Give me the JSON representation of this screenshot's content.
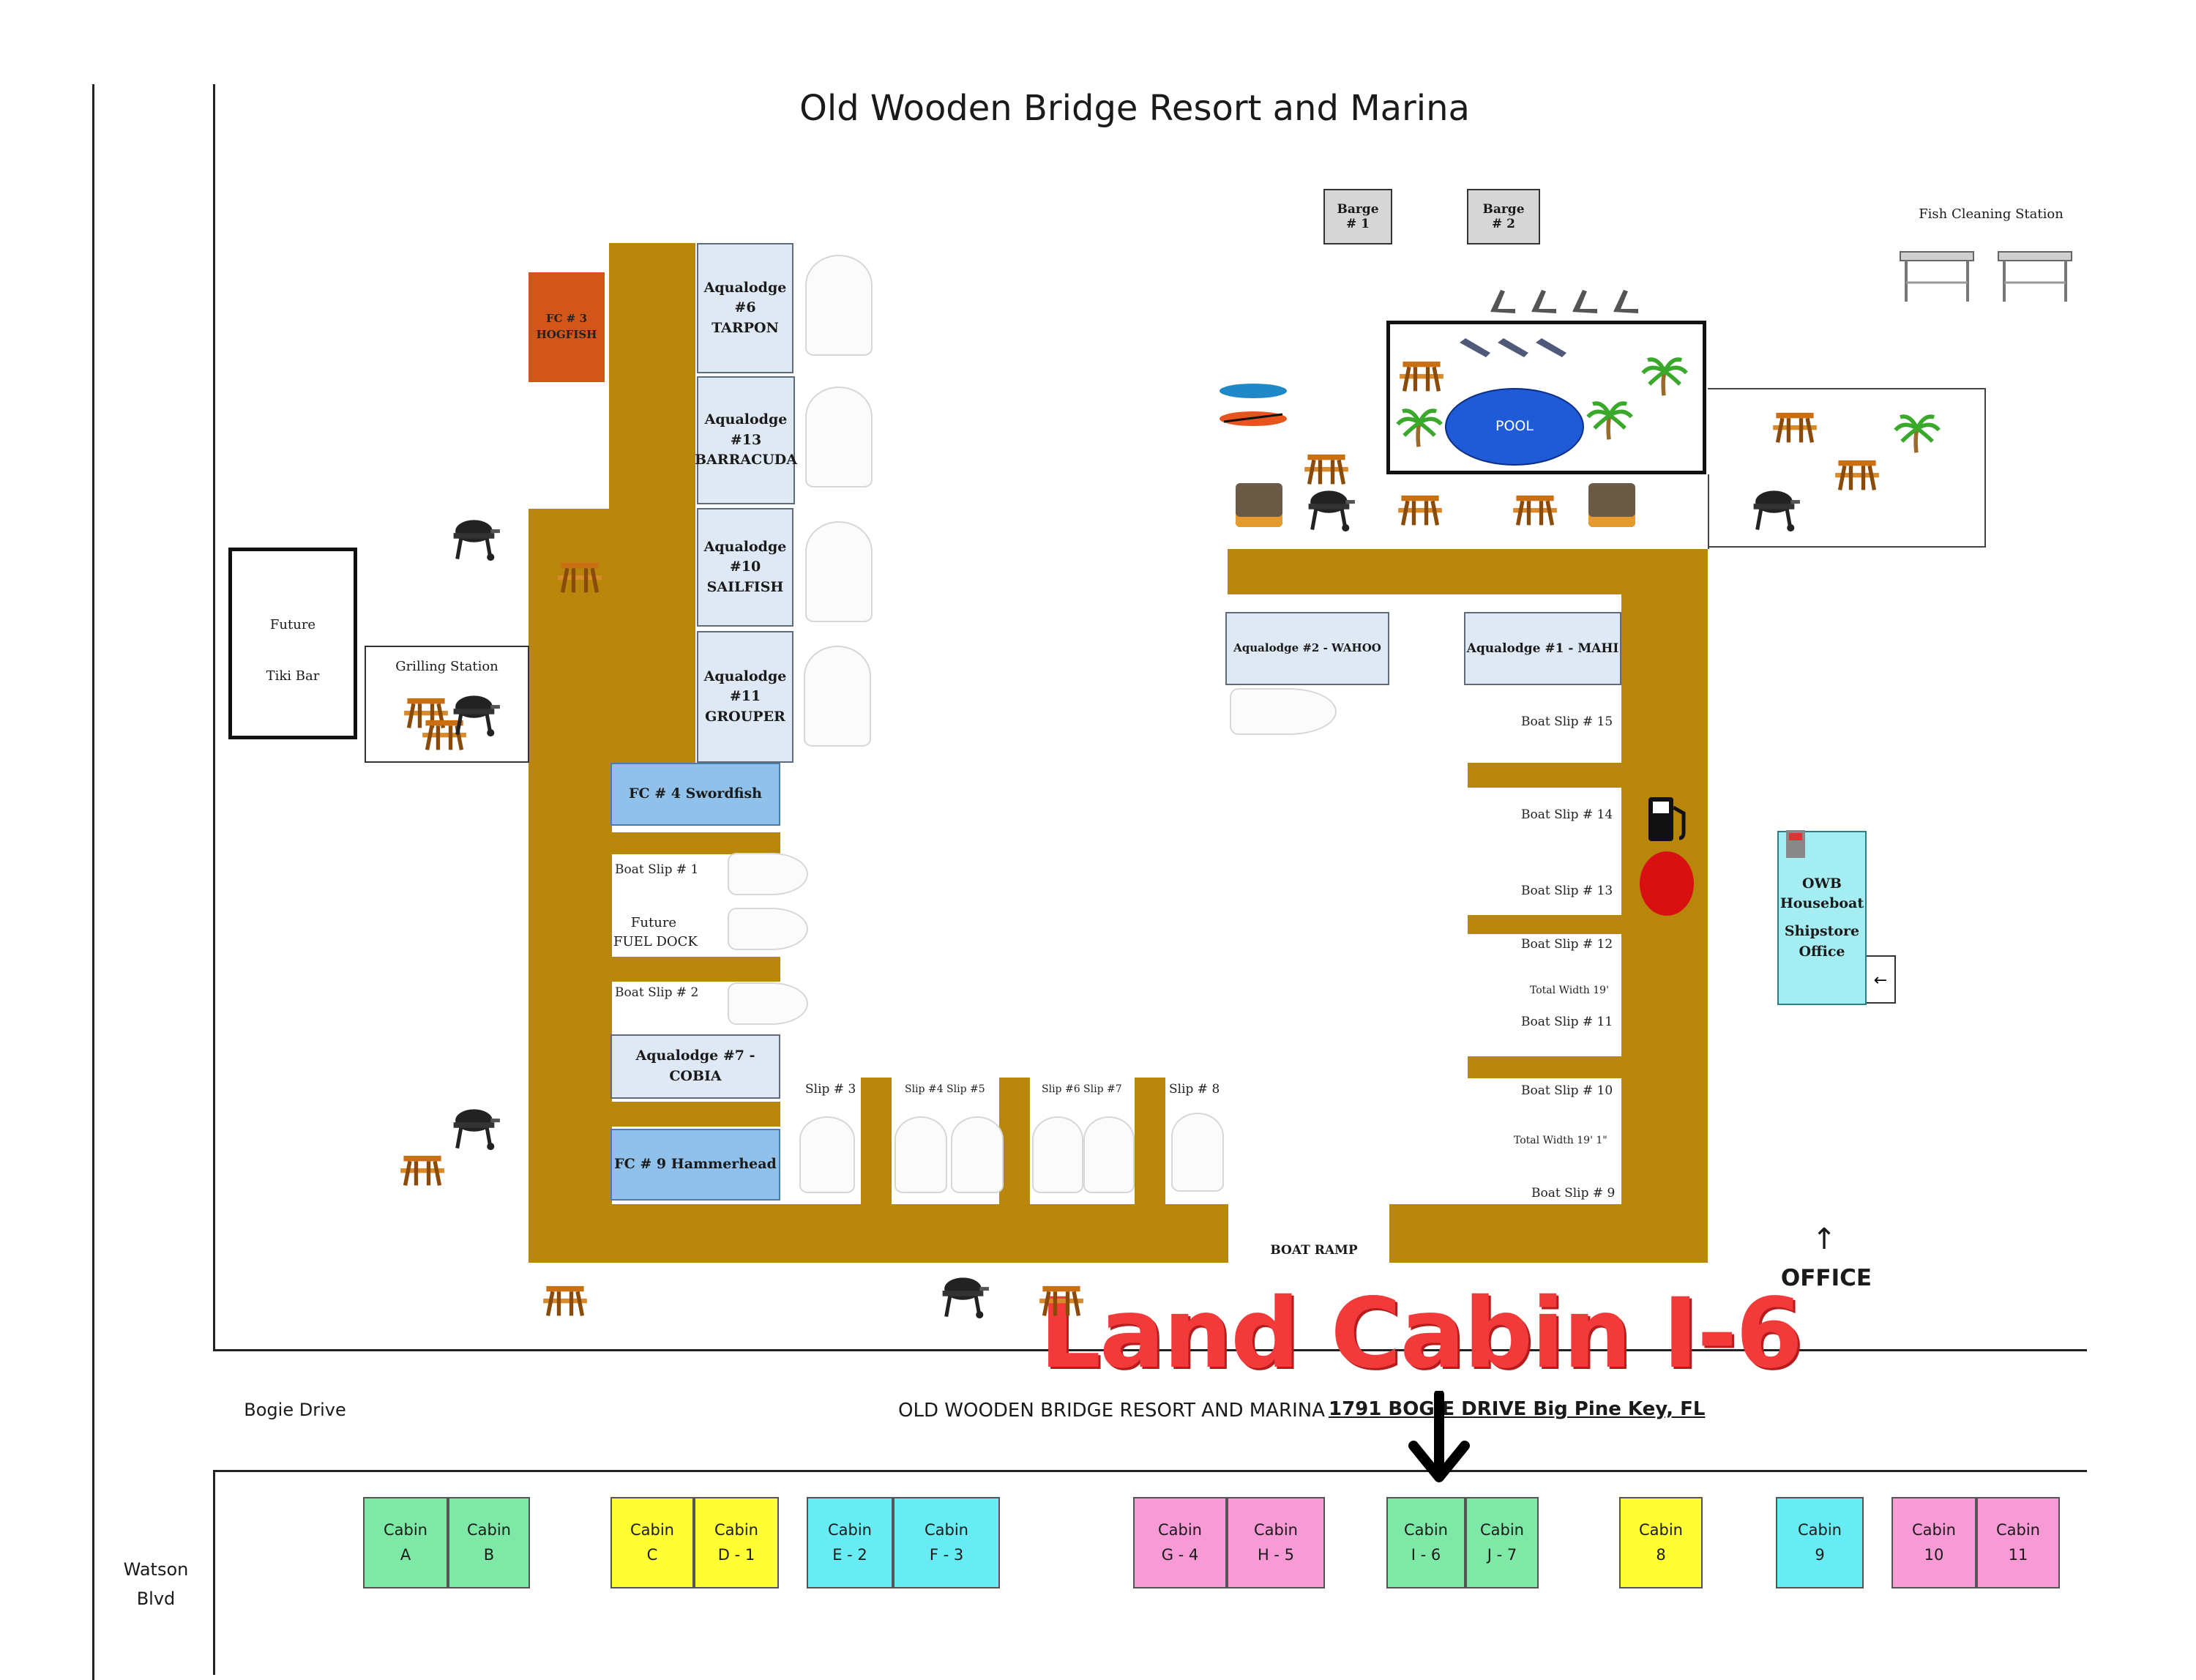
{
  "map": {
    "title": "Old Wooden Bridge Resort and Marina",
    "annotation": "Land Cabin I-6",
    "address": {
      "prefix": "OLD WOODEN BRIDGE RESORT AND MARINA",
      "street": "1791 BOGIE DRIVE Big Pine Key, FL"
    },
    "roads": {
      "bogie": "Bogie Drive",
      "watson_1": "Watson",
      "watson_2": "Blvd"
    },
    "office": {
      "arrow": "↑",
      "label": "OFFICE"
    },
    "boat_ramp": "BOAT RAMP",
    "fish_cleaning": "Fish Cleaning Station",
    "pool": "POOL",
    "tiki": {
      "line1": "Future",
      "line2": "Tiki Bar"
    },
    "grilling": "Grilling Station",
    "barges": {
      "b1": {
        "line1": "Barge",
        "line2": "# 1"
      },
      "b2": {
        "line1": "Barge",
        "line2": "# 2"
      }
    },
    "fc3": {
      "line1": "FC # 3",
      "line2": "HOGFISH"
    },
    "lodges": {
      "l6": {
        "line1": "Aqualodge",
        "line2": "#6",
        "line3": "TARPON"
      },
      "l13": {
        "line1": "Aqualodge",
        "line2": "#13",
        "line3": "BARRACUDA"
      },
      "l10": {
        "line1": "Aqualodge",
        "line2": "#10",
        "line3": "SAILFISH"
      },
      "l11": {
        "line1": "Aqualodge",
        "line2": "#11",
        "line3": "GROUPER"
      },
      "l7": "Aqualodge #7 - COBIA",
      "l2": "Aqualodge #2 - WAHOO",
      "l1": "Aqualodge #1 - MAHI"
    },
    "fc4": "FC # 4 Swordfish",
    "fc9": "FC # 9 Hammerhead",
    "fuel_dock": {
      "line1": "Future",
      "line2": "FUEL DOCK"
    },
    "slips": {
      "s1": "Boat Slip # 1",
      "s2": "Boat Slip # 2",
      "s3": "Slip # 3",
      "s45": "Slip #4 Slip #5",
      "s67": "Slip #6 Slip #7",
      "s8": "Slip # 8",
      "s15": "Boat Slip # 15",
      "s14": "Boat Slip # 14",
      "s13": "Boat Slip # 13",
      "s12": "Boat Slip # 12",
      "s11": "Boat Slip # 11",
      "s10": "Boat Slip # 10",
      "s9": "Boat Slip # 9",
      "width1": "Total Width 19'",
      "width2": "Total Width 19' 1\""
    },
    "houseboat": {
      "line1": "OWB",
      "line2": "Houseboat",
      "line3": "Shipstore",
      "line4": "Office"
    },
    "cabins": [
      {
        "l1": "Cabin",
        "l2": "A",
        "color": "#7ee8a6"
      },
      {
        "l1": "Cabin",
        "l2": "B",
        "color": "#7ee8a6"
      },
      {
        "l1": "Cabin",
        "l2": "C",
        "color": "#ffff33"
      },
      {
        "l1": "Cabin",
        "l2": "D - 1",
        "color": "#ffff33"
      },
      {
        "l1": "Cabin",
        "l2": "E - 2",
        "color": "#66ecf2"
      },
      {
        "l1": "Cabin",
        "l2": "F - 3",
        "color": "#66ecf2"
      },
      {
        "l1": "Cabin",
        "l2": "G - 4",
        "color": "#f79ad6"
      },
      {
        "l1": "Cabin",
        "l2": "H - 5",
        "color": "#f79ad6"
      },
      {
        "l1": "Cabin",
        "l2": "I - 6",
        "color": "#7ee8a6"
      },
      {
        "l1": "Cabin",
        "l2": "J - 7",
        "color": "#7ee8a6"
      },
      {
        "l1": "Cabin",
        "l2": "8",
        "color": "#ffff33"
      },
      {
        "l1": "Cabin",
        "l2": "9",
        "color": "#66ecf2"
      },
      {
        "l1": "Cabin",
        "l2": "10",
        "color": "#f79ad6"
      },
      {
        "l1": "Cabin",
        "l2": "11",
        "color": "#f79ad6"
      }
    ],
    "colors": {
      "dock": "#b8860b",
      "fc3": "#d2561a",
      "fc": "#8fc1ea",
      "lodge": "#dfe9f5",
      "pool": "#1f5bd6",
      "annotation": "#f23a3a"
    },
    "icons": [
      "picnic-table-icon",
      "grill-icon",
      "palm-tree-icon",
      "lounge-chair-icon",
      "kayak-icon",
      "fire-pit-icon",
      "fuel-pump-icon",
      "fish-cleaning-table-icon",
      "boat-icon"
    ]
  }
}
